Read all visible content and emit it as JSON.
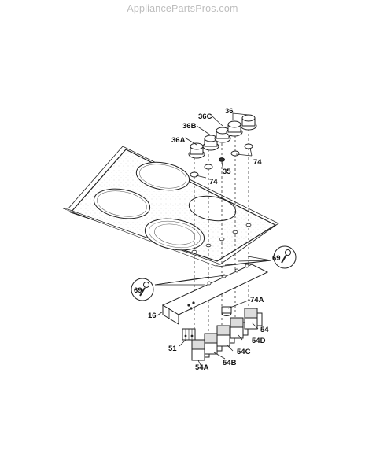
{
  "watermark": "AppliancePartsPros.com",
  "diagram": {
    "callouts": {
      "c36": "36",
      "c36c": "36C",
      "c36b": "36B",
      "c36a": "36A",
      "c74_top_right": "74",
      "c35": "35",
      "c74_left": "74",
      "c69_right": "69",
      "c69_left": "69",
      "c74a": "74A",
      "c16": "16",
      "c54": "54",
      "c54d": "54D",
      "c54c": "54C",
      "c51": "51",
      "c54b": "54B",
      "c54a": "54A"
    }
  }
}
